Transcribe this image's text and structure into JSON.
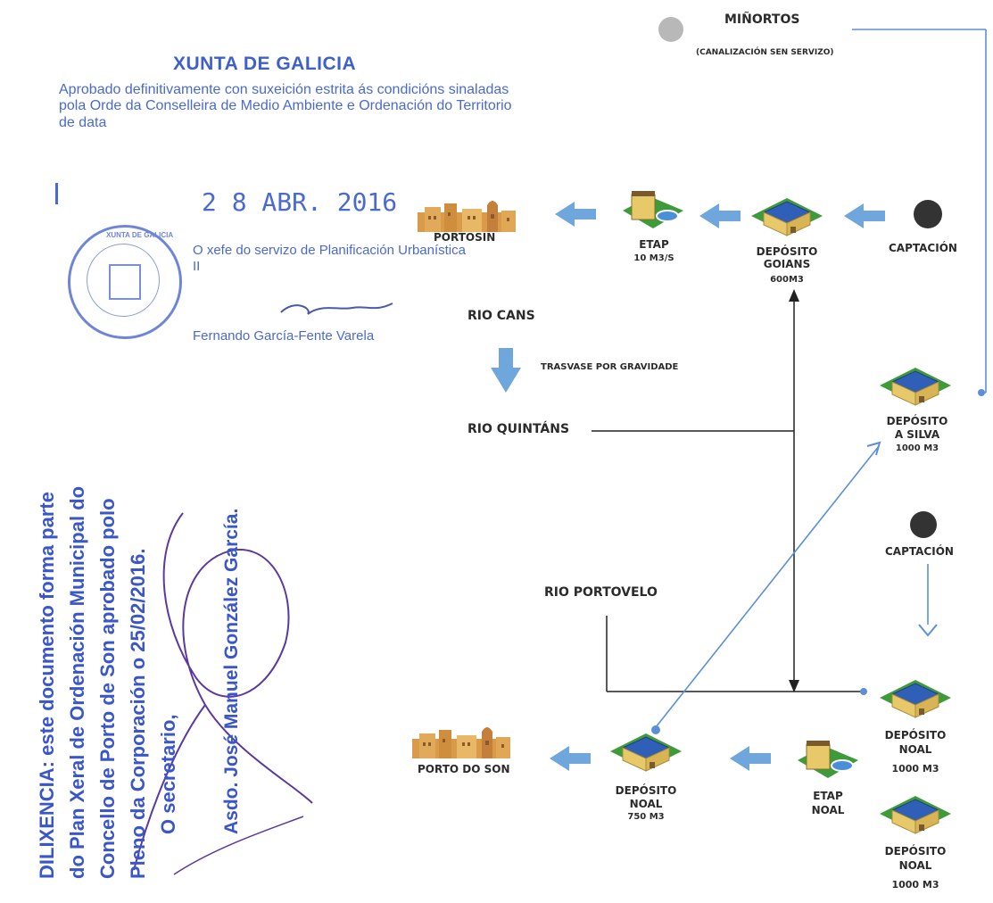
{
  "stamp": {
    "title": "XUNTA DE GALICIA",
    "text": "Aprobado definitivamente con suxeición estrita ás condicións sinaladas pola Orde da Conselleira de Medio Ambiente e Ordenación do Territorio de data",
    "date": "2 8 ABR. 2016",
    "role": "O xefe do servizo de Planificación Urbanística II",
    "name": "Fernando García-Fente Varela",
    "seal_text": "XUNTA DE GALICIA"
  },
  "diligencia": {
    "line1_bold": "DILIXENCIA:",
    "line1": "este documento forma parte",
    "line2": "do Plan Xeral de Ordenación Municipal do",
    "line3": "Concello de Porto de Son aprobado polo",
    "line4": "Pleno da Corporación o 25/02/2016.",
    "line5": "O secretario,",
    "signature": "Asdo. José Manuel González García."
  },
  "diagram": {
    "minortos": "MIÑORTOS",
    "minortos_note": "(CANALIZACIÓN SEN SERVIZO)",
    "portosin": "PORTOSIN",
    "etap_top": "ETAP",
    "etap_top_cap": "10 M3/S",
    "goians": "DEPÓSITO GOIANS",
    "goians_cap": "600M3",
    "captacion_top": "CAPTACIÓN",
    "rio_cans": "RIO CANS",
    "trasvase": "TRASVASE POR GRAVIDADE",
    "rio_quintans": "RIO QUINTÁNS",
    "silva_a": "DEPÓSITO",
    "silva_b": "A SILVA",
    "silva_cap": "1000 M3",
    "captacion_right": "CAPTACIÓN",
    "rio_portovelo": "RIO PORTOVELO",
    "noal_r1_a": "DEPÓSITO",
    "noal_r1_b": "NOAL",
    "noal_r1_cap": "1000 M3",
    "porto_do_son": "PORTO DO SON",
    "noal_750_a": "DEPÓSITO",
    "noal_750_b": "NOAL",
    "noal_750_cap": "750 M3",
    "etap_noal_a": "ETAP",
    "etap_noal_b": "NOAL",
    "noal_r2_a": "DEPÓSITO",
    "noal_r2_b": "NOAL",
    "noal_r2_cap": "1000 M3"
  },
  "colors": {
    "stamp_blue": "#4a6ad0",
    "arrow_blue": "#6fa6dc",
    "grass_green": "#3f9a3a",
    "roof_blue": "#2f5fb7",
    "wall_yellow": "#e8c96a",
    "town_orange": "#d99a4a"
  }
}
